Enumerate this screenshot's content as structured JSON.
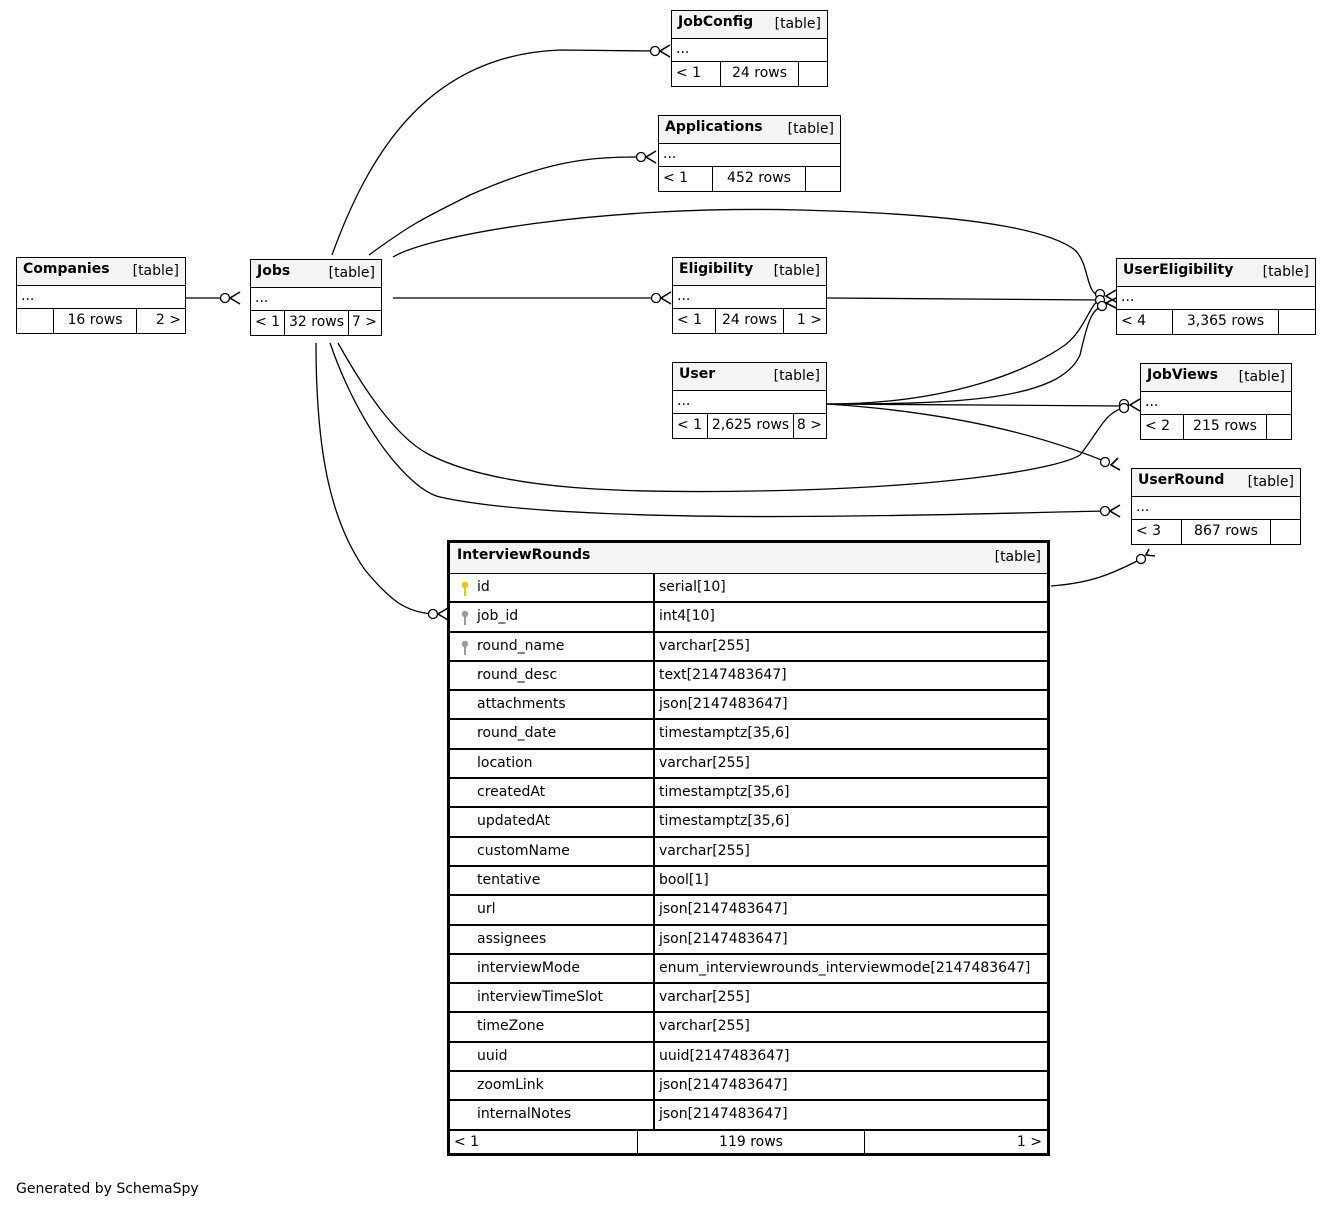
{
  "diagram": {
    "tables": {
      "jobconfig": {
        "name": "JobConfig",
        "kind": "[table]",
        "body": "...",
        "parents": "< 1",
        "rows": "24 rows",
        "children": ""
      },
      "applications": {
        "name": "Applications",
        "kind": "[table]",
        "body": "...",
        "parents": "< 1",
        "rows": "452 rows",
        "children": ""
      },
      "companies": {
        "name": "Companies",
        "kind": "[table]",
        "body": "...",
        "parents": "",
        "rows": "16 rows",
        "children": "2 >"
      },
      "jobs": {
        "name": "Jobs",
        "kind": "[table]",
        "body": "...",
        "parents": "< 1",
        "rows": "32 rows",
        "children": "7 >"
      },
      "eligibility": {
        "name": "Eligibility",
        "kind": "[table]",
        "body": "...",
        "parents": "< 1",
        "rows": "24 rows",
        "children": "1 >"
      },
      "usereligibility": {
        "name": "UserEligibility",
        "kind": "[table]",
        "body": "...",
        "parents": "< 4",
        "rows": "3,365 rows",
        "children": ""
      },
      "user": {
        "name": "User",
        "kind": "[table]",
        "body": "...",
        "parents": "< 1",
        "rows": "2,625 rows",
        "children": "8 >"
      },
      "jobviews": {
        "name": "JobViews",
        "kind": "[table]",
        "body": "...",
        "parents": "< 2",
        "rows": "215 rows",
        "children": ""
      },
      "userround": {
        "name": "UserRound",
        "kind": "[table]",
        "body": "...",
        "parents": "< 3",
        "rows": "867 rows",
        "children": ""
      }
    },
    "focus_table": {
      "name": "InterviewRounds",
      "kind": "[table]",
      "columns": [
        {
          "name": "id",
          "type": "serial[10]",
          "key": "primary-key-icon"
        },
        {
          "name": "job_id",
          "type": "int4[10]",
          "key": "foreign-key-icon"
        },
        {
          "name": "round_name",
          "type": "varchar[255]",
          "key": "foreign-key-icon"
        },
        {
          "name": "round_desc",
          "type": "text[2147483647]",
          "key": ""
        },
        {
          "name": "attachments",
          "type": "json[2147483647]",
          "key": ""
        },
        {
          "name": "round_date",
          "type": "timestamptz[35,6]",
          "key": ""
        },
        {
          "name": "location",
          "type": "varchar[255]",
          "key": ""
        },
        {
          "name": "createdAt",
          "type": "timestamptz[35,6]",
          "key": ""
        },
        {
          "name": "updatedAt",
          "type": "timestamptz[35,6]",
          "key": ""
        },
        {
          "name": "customName",
          "type": "varchar[255]",
          "key": ""
        },
        {
          "name": "tentative",
          "type": "bool[1]",
          "key": ""
        },
        {
          "name": "url",
          "type": "json[2147483647]",
          "key": ""
        },
        {
          "name": "assignees",
          "type": "json[2147483647]",
          "key": ""
        },
        {
          "name": "interviewMode",
          "type": "enum_interviewrounds_interviewmode[2147483647]",
          "key": ""
        },
        {
          "name": "interviewTimeSlot",
          "type": "varchar[255]",
          "key": ""
        },
        {
          "name": "timeZone",
          "type": "varchar[255]",
          "key": ""
        },
        {
          "name": "uuid",
          "type": "uuid[2147483647]",
          "key": ""
        },
        {
          "name": "zoomLink",
          "type": "json[2147483647]",
          "key": ""
        },
        {
          "name": "internalNotes",
          "type": "json[2147483647]",
          "key": ""
        }
      ],
      "parents": "< 1",
      "rows": "119 rows",
      "children": "1 >"
    },
    "relationships": [
      {
        "from": "Companies",
        "to": "Jobs"
      },
      {
        "from": "Jobs",
        "to": "JobConfig"
      },
      {
        "from": "Jobs",
        "to": "Applications"
      },
      {
        "from": "Jobs",
        "to": "UserEligibility"
      },
      {
        "from": "Jobs",
        "to": "Eligibility"
      },
      {
        "from": "Jobs",
        "to": "JobViews"
      },
      {
        "from": "Jobs",
        "to": "UserRound"
      },
      {
        "from": "Jobs",
        "to": "InterviewRounds"
      },
      {
        "from": "Eligibility",
        "to": "UserEligibility"
      },
      {
        "from": "User",
        "to": "UserEligibility"
      },
      {
        "from": "User",
        "to": "JobViews"
      },
      {
        "from": "User",
        "to": "UserRound"
      },
      {
        "from": "InterviewRounds",
        "to": "UserRound"
      }
    ],
    "key_colors": {
      "primary": "#e6c800",
      "foreign": "#9a9a9a"
    }
  },
  "footer": {
    "credit": "Generated by SchemaSpy"
  }
}
